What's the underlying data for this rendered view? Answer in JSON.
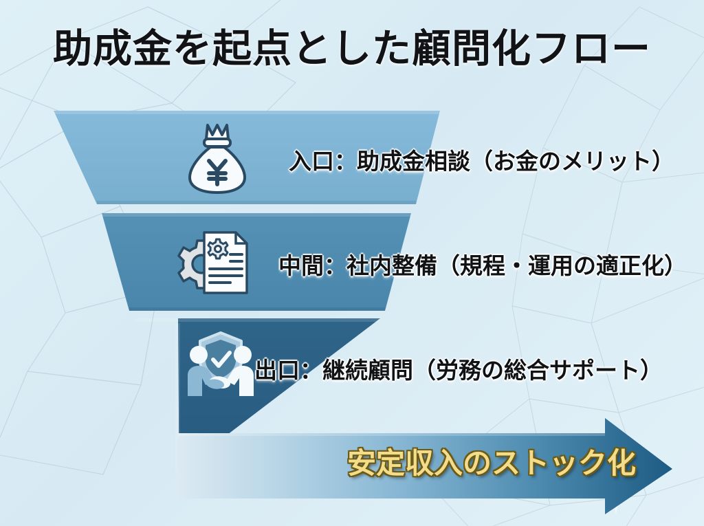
{
  "slide": {
    "title": "助成金を起点とした顧問化フロー",
    "background_color": "#dcecf4",
    "mesh_line_color": "#b9cfda"
  },
  "funnel": {
    "stages": [
      {
        "id": "entry",
        "label": "入口：助成金相談（お金のメリット）",
        "icon": "money-bag-yen-icon",
        "band_color": "#7eb4d4"
      },
      {
        "id": "middle",
        "label": "中間：社内整備（規程・運用の適正化）",
        "icon": "document-gear-icon",
        "band_color": "#4e8cb0"
      },
      {
        "id": "exit",
        "label": "出口：継続顧問（労務の総合サポート）",
        "icon": "handshake-shield-check-icon",
        "band_color": "#2d6087"
      }
    ]
  },
  "arrow": {
    "label": "安定収入のストック化",
    "text_color": "#f3dc8a",
    "fill_start": "#dceaf2",
    "fill_end": "#1d5b84"
  }
}
